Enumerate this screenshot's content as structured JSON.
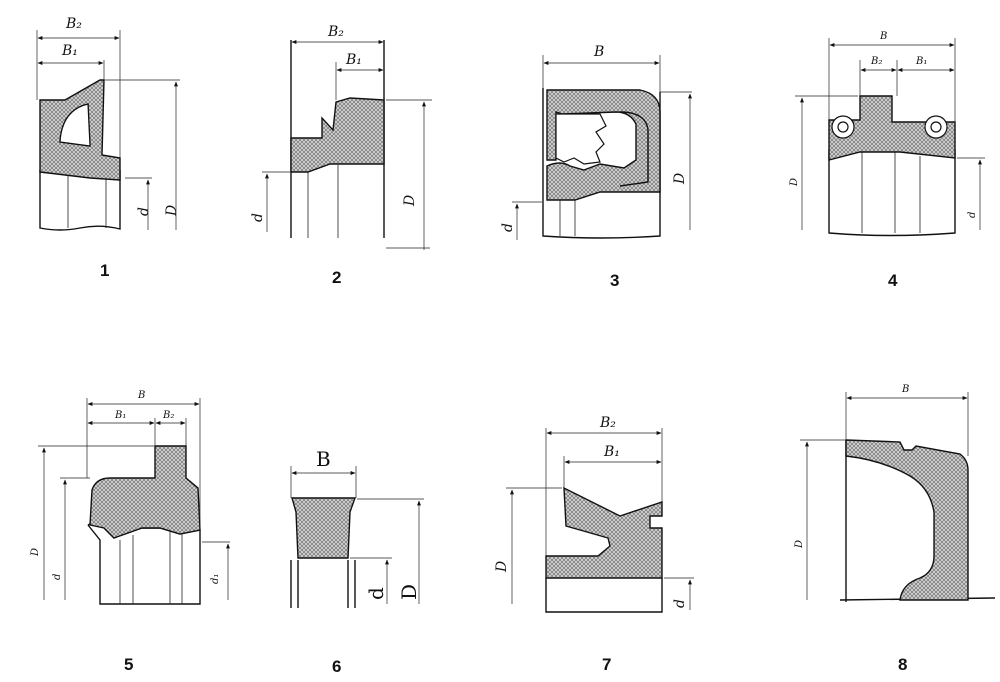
{
  "figures": [
    {
      "number": "1",
      "labels": {
        "b2": "B₂",
        "b1": "B₁",
        "d": "d",
        "D": "D"
      }
    },
    {
      "number": "2",
      "labels": {
        "b2": "B₂",
        "b1": "B₁",
        "d": "d",
        "D": "D"
      }
    },
    {
      "number": "3",
      "labels": {
        "b": "B",
        "d": "d",
        "D": "D"
      }
    },
    {
      "number": "4",
      "labels": {
        "b": "B",
        "b2": "B₂",
        "b1": "B₁",
        "D": "D",
        "d": "d"
      }
    },
    {
      "number": "5",
      "labels": {
        "b": "B",
        "b1": "B₁",
        "b2": "B₂",
        "D": "D",
        "d": "d",
        "d1": "d₁"
      }
    },
    {
      "number": "6",
      "labels": {
        "b": "B",
        "d": "d",
        "D": "D"
      }
    },
    {
      "number": "7",
      "labels": {
        "b2": "B₂",
        "b1": "B₁",
        "D": "D",
        "d": "d"
      }
    },
    {
      "number": "8",
      "labels": {
        "b": "B",
        "D": "D"
      }
    }
  ]
}
